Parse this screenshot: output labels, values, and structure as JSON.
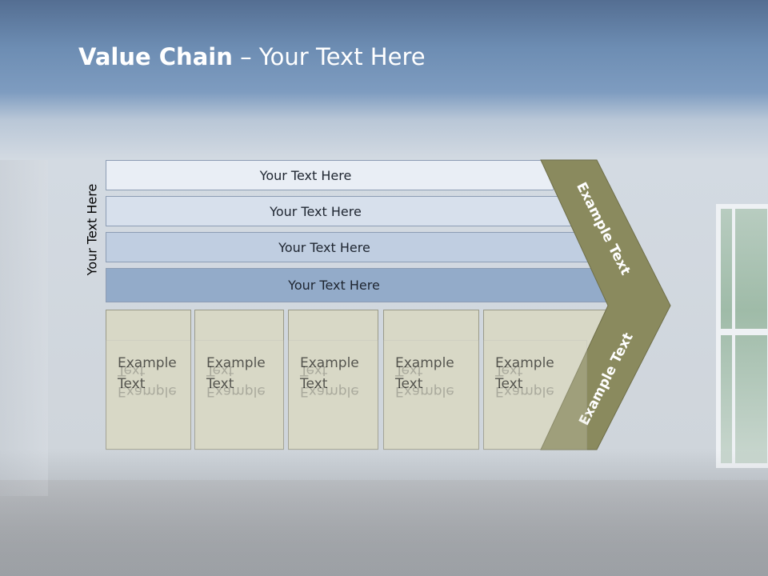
{
  "title": {
    "bold": "Value Chain",
    "rest": " – Your Text Here"
  },
  "side_label": "Your Text Here",
  "rows": [
    "Your Text Here",
    "Your Text Here",
    "Your Text Here",
    "Your Text Here"
  ],
  "columns": [
    {
      "line1": "Example",
      "line2": "Text"
    },
    {
      "line1": "Example",
      "line2": "Text"
    },
    {
      "line1": "Example",
      "line2": "Text"
    },
    {
      "line1": "Example",
      "line2": "Text"
    },
    {
      "line1": "Example",
      "line2": "Text"
    }
  ],
  "chevron": {
    "upper": "Example Text",
    "lower": "Example Text"
  },
  "colors": {
    "chevron": "#8a8a5e",
    "column_fill": "#d8d8c6",
    "row_dark": "#93abc9"
  }
}
